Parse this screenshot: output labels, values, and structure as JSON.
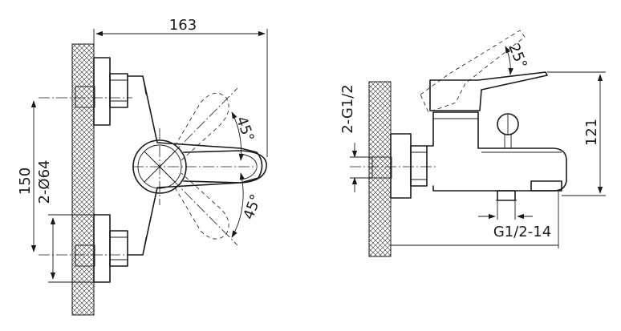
{
  "front_view": {
    "width_label": "163",
    "height_label": "150",
    "inlet_label": "2-Ø64",
    "angle_upper_label": "45°",
    "angle_lower_label": "45°"
  },
  "side_view": {
    "inlet_thread_label": "2-G1/2",
    "height_label": "121",
    "lever_angle_label": "25°",
    "outlet_thread_label": "G1/2-14"
  },
  "colors": {
    "line": "#1a1a1a",
    "background": "#ffffff"
  }
}
